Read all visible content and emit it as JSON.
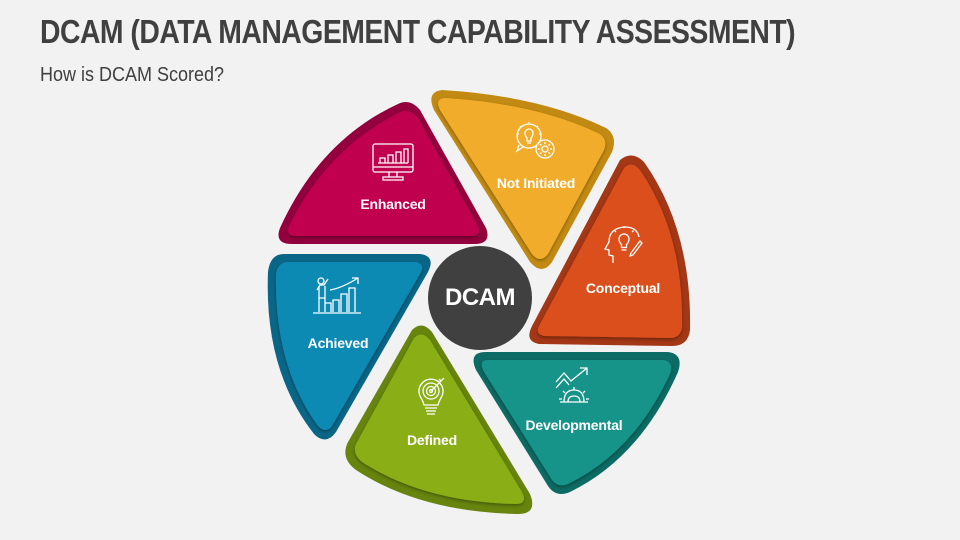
{
  "header": {
    "title": "DCAM (DATA MANAGEMENT CAPABILITY ASSESSMENT)",
    "subtitle": "How is DCAM Scored?"
  },
  "diagram": {
    "center": {
      "label": "DCAM",
      "color": "#404040"
    },
    "segments": [
      {
        "id": "not-initiated",
        "label": "Not Initiated",
        "icon": "idea-gear-icon",
        "color": "#F0AC2B",
        "rim": "#C28A12"
      },
      {
        "id": "conceptual",
        "label": "Conceptual",
        "icon": "head-lightbulb-pencil-icon",
        "color": "#DB4F1D",
        "rim": "#A33716"
      },
      {
        "id": "developmental",
        "label": "Developmental",
        "icon": "growth-gear-arrow-icon",
        "color": "#13948A",
        "rim": "#0C6B64"
      },
      {
        "id": "defined",
        "label": "Defined",
        "icon": "lightbulb-target-icon",
        "color": "#8AAF14",
        "rim": "#66840E"
      },
      {
        "id": "achieved",
        "label": "Achieved",
        "icon": "person-growth-chart-icon",
        "color": "#0F8AB4",
        "rim": "#0A6687"
      },
      {
        "id": "enhanced",
        "label": "Enhanced",
        "icon": "monitor-bar-chart-icon",
        "color": "#C0004F",
        "rim": "#93003D"
      }
    ]
  }
}
